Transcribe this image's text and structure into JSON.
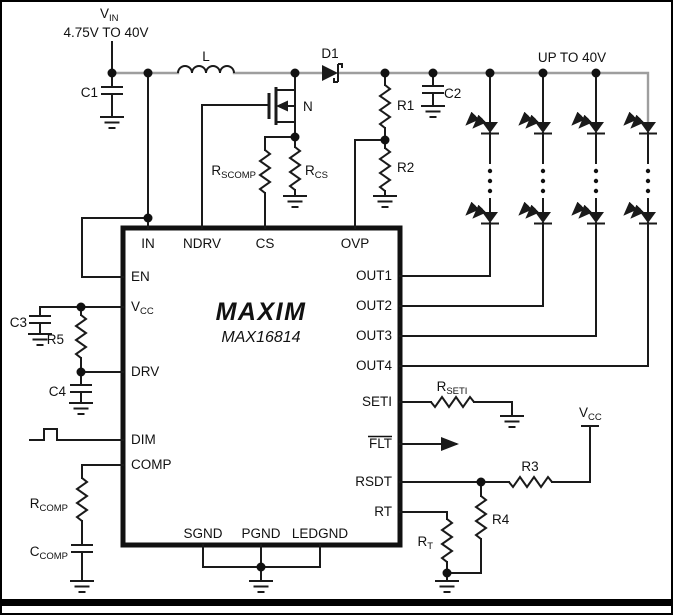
{
  "colors": {
    "wire": "#1a1a1a",
    "power_bus": "#9e9e9e",
    "background": "#ffffff"
  },
  "power": {
    "vin": {
      "t": "V",
      "s": "IN"
    },
    "vin_range": "4.75V TO 40V",
    "led_rail": "UP TO 40V",
    "vcc_rail": {
      "t": "V",
      "s": "CC"
    }
  },
  "ic": {
    "logo": "MAXIM",
    "part": "MAX16814",
    "pins": {
      "in": "IN",
      "ndrv": "NDRV",
      "cs": "CS",
      "ovp": "OVP",
      "en": "EN",
      "vcc": {
        "t": "V",
        "s": "CC"
      },
      "drv": "DRV",
      "dim": "DIM",
      "comp": "COMP",
      "out1": "OUT1",
      "out2": "OUT2",
      "out3": "OUT3",
      "out4": "OUT4",
      "seti": "SETI",
      "flt": "FLT",
      "rsdt": "RSDT",
      "rt": "RT",
      "sgnd": "SGND",
      "pgnd": "PGND",
      "ledgnd": "LEDGND"
    }
  },
  "components": {
    "l": "L",
    "c1": "C1",
    "c2": "C2",
    "c3": "C3",
    "c4": "C4",
    "d1": "D1",
    "n": "N",
    "r1": "R1",
    "r2": "R2",
    "r3": "R3",
    "r4": "R4",
    "r5": "R5",
    "rscomp": {
      "t": "R",
      "s": "SCOMP"
    },
    "rcs": {
      "t": "R",
      "s": "CS"
    },
    "rcomp": {
      "t": "R",
      "s": "COMP"
    },
    "ccomp": {
      "t": "C",
      "s": "COMP"
    },
    "rseti": {
      "t": "R",
      "s": "SETI"
    },
    "rt_res": {
      "t": "R",
      "s": "T"
    }
  }
}
